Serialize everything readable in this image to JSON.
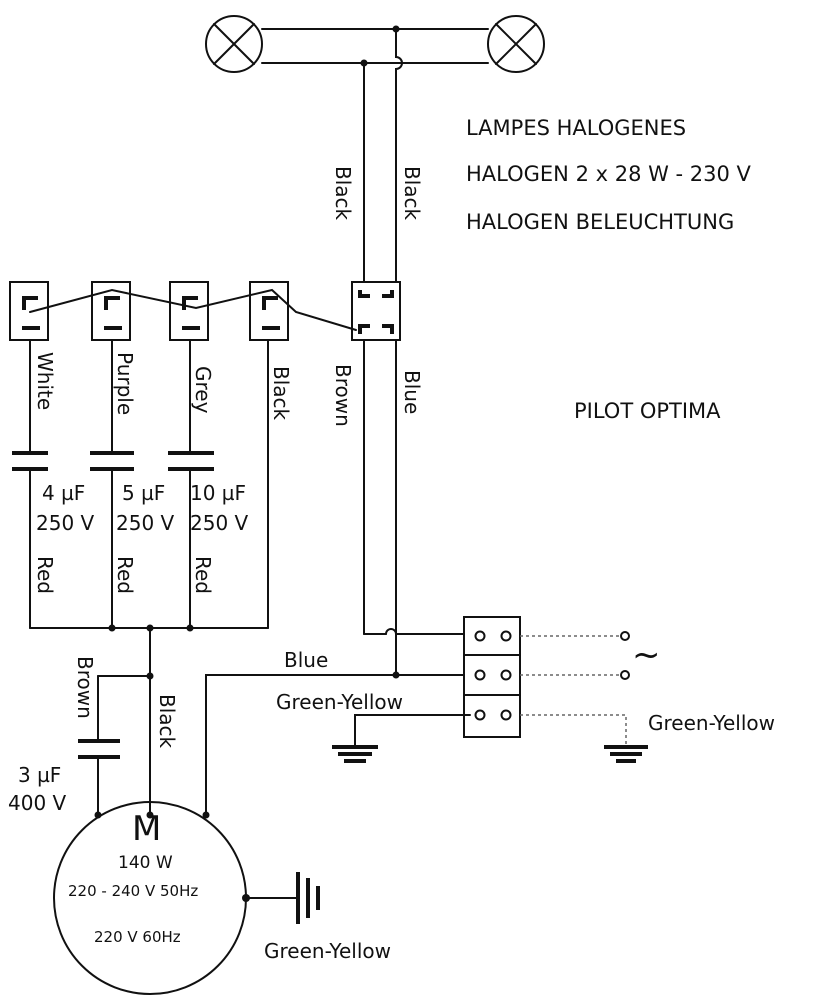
{
  "lamps": {
    "line1": "LAMPES HALOGENES",
    "line2": "HALOGEN 2 x 28 W - 230 V",
    "line3": "HALOGEN BELEUCHTUNG"
  },
  "model": "PILOT OPTIMA",
  "wires": {
    "black_left": "Black",
    "black_right": "Black",
    "brown": "Brown",
    "blue_vertical": "Blue",
    "white": "White",
    "purple": "Purple",
    "grey": "Grey",
    "black_switch": "Black",
    "red1": "Red",
    "red2": "Red",
    "red3": "Red",
    "brown_motor": "Brown",
    "black_motor": "Black",
    "blue_horizontal": "Blue",
    "green_yellow_block": "Green-Yellow",
    "green_yellow_supply": "Green-Yellow",
    "green_yellow_motor": "Green-Yellow"
  },
  "capacitors": {
    "c1": {
      "value": "4 µF",
      "voltage": "250 V"
    },
    "c2": {
      "value": "5 µF",
      "voltage": "250 V"
    },
    "c3": {
      "value": "10 µF",
      "voltage": "250 V"
    },
    "motor": {
      "value": "3 µF",
      "voltage": "400 V"
    }
  },
  "motor": {
    "symbol": "M",
    "power": "140 W",
    "rating1": "220 - 240 V 50Hz",
    "rating2": "220 V 60Hz"
  },
  "supply_symbol": "~"
}
